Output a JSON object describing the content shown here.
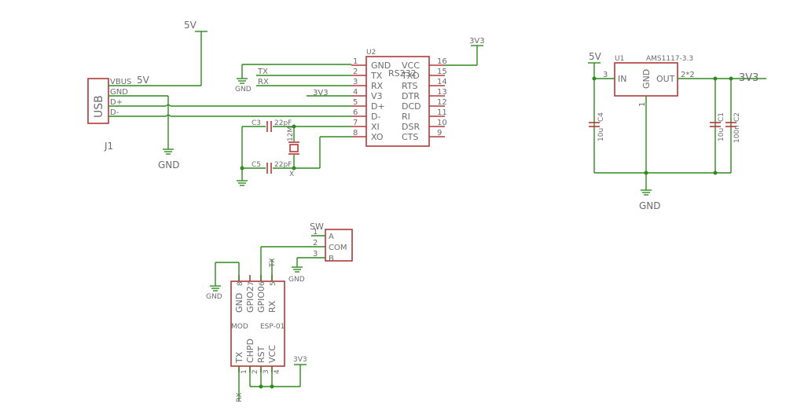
{
  "usb": {
    "body_label": "USB",
    "ref": "J1",
    "pins": [
      "VBUS",
      "GND",
      "D+",
      "D-"
    ],
    "vbus_net": "5V",
    "top_power": "5V",
    "gnd_label": "GND"
  },
  "u2": {
    "ref": "U2",
    "name": "RS232",
    "left_pins": [
      {
        "num": "1",
        "name": "GND"
      },
      {
        "num": "2",
        "name": "TX"
      },
      {
        "num": "3",
        "name": "RX"
      },
      {
        "num": "4",
        "name": "V3"
      },
      {
        "num": "5",
        "name": "D+"
      },
      {
        "num": "6",
        "name": "D-"
      },
      {
        "num": "7",
        "name": "XI"
      },
      {
        "num": "8",
        "name": "XO"
      }
    ],
    "right_pins": [
      {
        "num": "16",
        "name": "VCC"
      },
      {
        "num": "15",
        "name": "TXD"
      },
      {
        "num": "14",
        "name": "RTS"
      },
      {
        "num": "13",
        "name": "DTR"
      },
      {
        "num": "12",
        "name": "DCD"
      },
      {
        "num": "11",
        "name": "RI"
      },
      {
        "num": "10",
        "name": "DSR"
      },
      {
        "num": "9",
        "name": "CTS"
      }
    ],
    "vcc_net": "3V3",
    "v3_net": "3V3",
    "tx_net": "TX",
    "rx_net": "RX",
    "gnd_label": "GND"
  },
  "crystal": {
    "c3": "C3",
    "c5": "C5",
    "c3_value": "22pF",
    "c5_value": "22pF",
    "freq": "12M",
    "pin_n": "X"
  },
  "regulator": {
    "ref": "U1",
    "part": "AMS1117-3.3",
    "in_label": "IN",
    "gnd_label": "GND",
    "out_label": "OUT",
    "pin_in": "3",
    "pin_gnd": "1",
    "pin_out": "2*2",
    "in_net": "5V",
    "out_net": "3V3",
    "gnd_net": "GND",
    "c4": "C4",
    "c4_value": "10u",
    "c1": "C1",
    "c1_value": "10u",
    "c2": "C2",
    "c2_value": "100n"
  },
  "esp": {
    "name": "ESP-01",
    "mod": "MOD",
    "top_pins": [
      {
        "num": "8",
        "name": "GND"
      },
      {
        "num": "7",
        "name": "GPIO2"
      },
      {
        "num": "6",
        "name": "GPIO0"
      },
      {
        "num": "5",
        "name": "RX"
      }
    ],
    "bottom_pins": [
      {
        "num": "1",
        "name": "TX"
      },
      {
        "num": "2",
        "name": "CHPD"
      },
      {
        "num": "3",
        "name": "RST"
      },
      {
        "num": "4",
        "name": "VCC"
      }
    ],
    "tx_net": "TX",
    "rx_net": "RX",
    "vcc_net": "3V3",
    "gnd_label": "GND"
  },
  "switch": {
    "ref": "SW",
    "pins": [
      {
        "num": "1",
        "name": "A"
      },
      {
        "num": "2",
        "name": "COM"
      },
      {
        "num": "3",
        "name": "B"
      }
    ],
    "gnd_label": "GND"
  }
}
